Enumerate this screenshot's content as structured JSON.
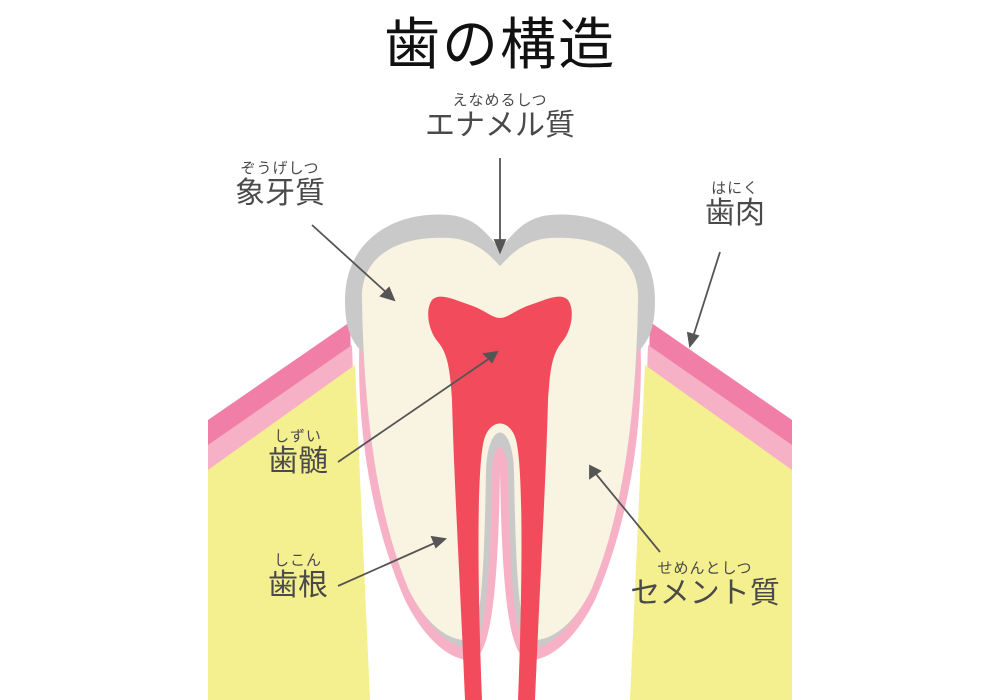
{
  "title": "歯の構造",
  "labels": {
    "enamel": {
      "ruby": "えなめるしつ",
      "term": "エナメル質"
    },
    "dentin": {
      "ruby": "ぞうげしつ",
      "term": "象牙質"
    },
    "gum": {
      "ruby": "はにく",
      "term": "歯肉"
    },
    "pulp": {
      "ruby": "しずい",
      "term": "歯髄"
    },
    "root": {
      "ruby": "しこん",
      "term": "歯根"
    },
    "cementum": {
      "ruby": "せめんとしつ",
      "term": "セメント質"
    }
  },
  "colors": {
    "gum_outer": "#f07ea6",
    "gum_inner": "#f6b1c6",
    "bone": "#f5f08f",
    "enamel": "#c9c9c9",
    "dentin": "#f9f3e1",
    "pulp": "#f24c5c",
    "root_outline": "#c9c9c9",
    "arrow": "#555555"
  }
}
